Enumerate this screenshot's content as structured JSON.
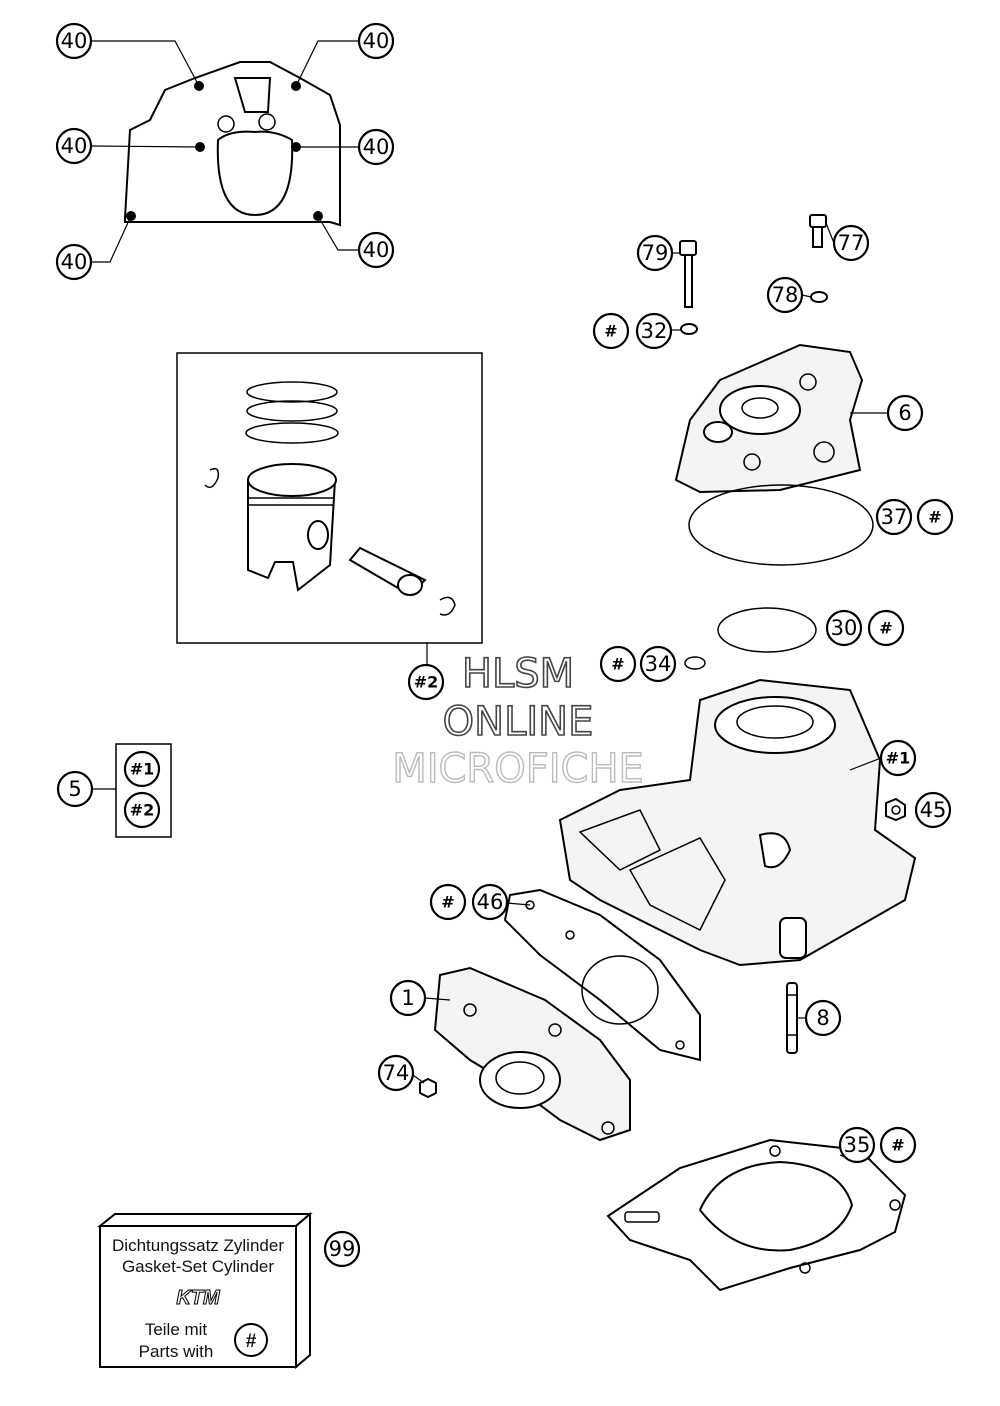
{
  "watermark": {
    "line1": "HLSM",
    "line2": "ONLINE",
    "line3": "MICROFICHE"
  },
  "gasket_set_box": {
    "line1": "Dichtungssatz Zylinder",
    "line2": "Gasket-Set Cylinder",
    "logo": "KTM",
    "line3": "Teile mit",
    "line4": "Parts with",
    "symbol": "#"
  },
  "callouts": {
    "c40a": "40",
    "c40b": "40",
    "c40c": "40",
    "c40d": "40",
    "c40e": "40",
    "c40f": "40",
    "c79": "79",
    "c77": "77",
    "c78": "78",
    "c32h": "#",
    "c32": "32",
    "c6": "6",
    "c37": "37",
    "c37h": "#",
    "c30": "30",
    "c30h": "#",
    "c34h": "#",
    "c34": "34",
    "c2": "#2",
    "c5": "5",
    "c5a": "#1",
    "c5b": "#2",
    "c1h": "#1",
    "c45": "45",
    "c46h": "#",
    "c46": "46",
    "c1": "1",
    "c8": "8",
    "c74": "74",
    "c35": "35",
    "c35h": "#",
    "c99": "99"
  }
}
